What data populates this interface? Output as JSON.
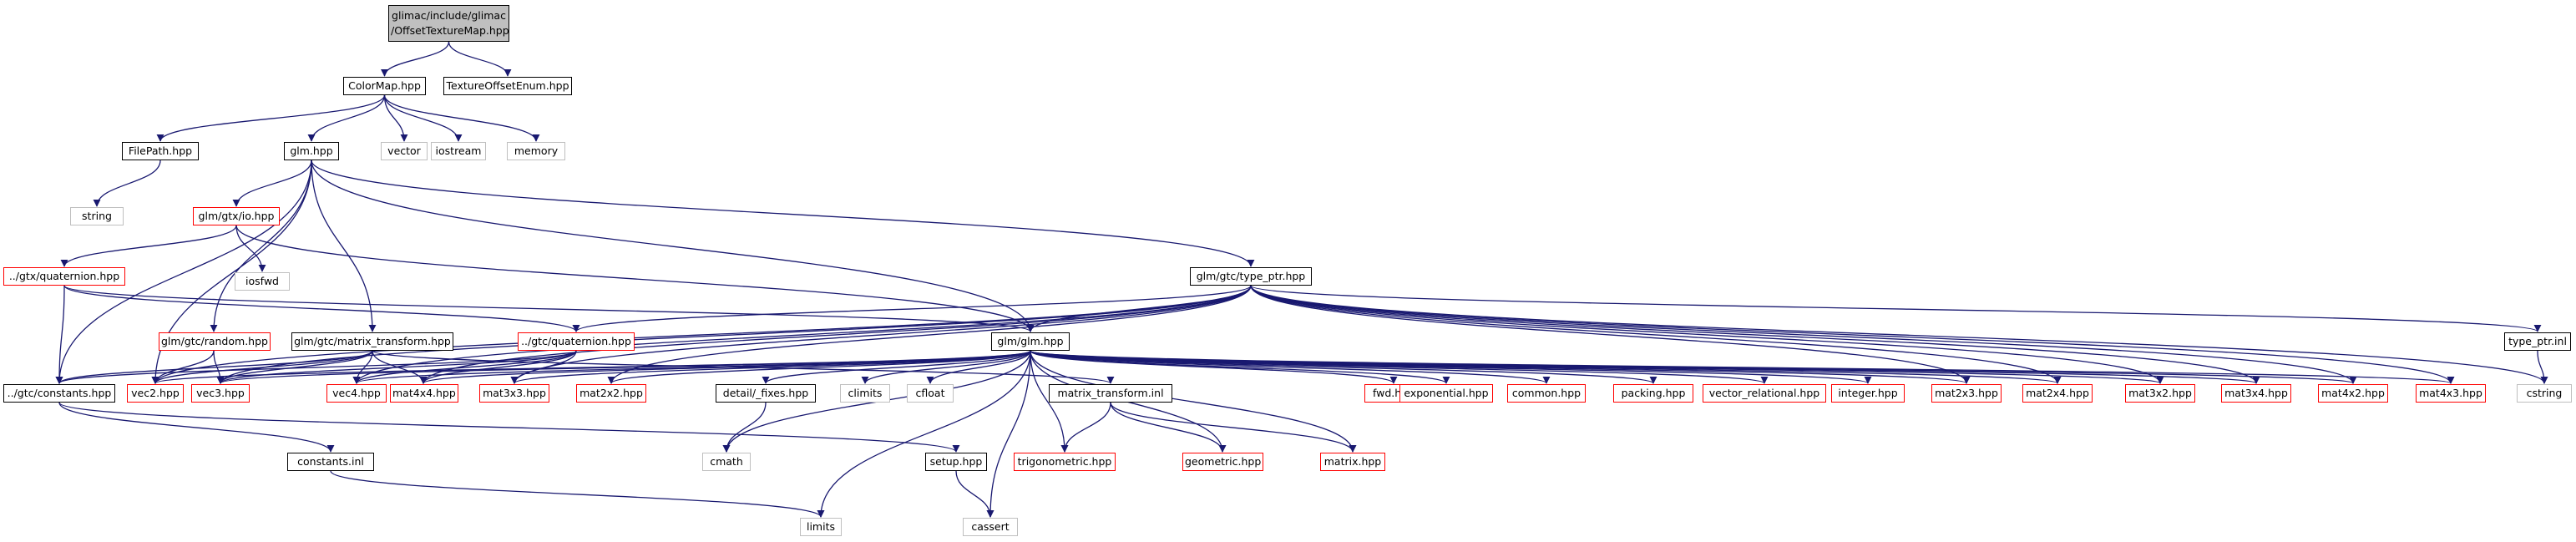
{
  "graph": {
    "root": {
      "line1": "glimac/include/glimac",
      "line2": "/OffsetTextureMap.hpp"
    },
    "colors": {
      "edge": "#191970",
      "edge_highlight": "#c00000",
      "border_documented": "#000000",
      "border_undocumented": "#ff0000",
      "border_external": "#bfbfbf",
      "root_fill": "#bfbfbf"
    },
    "nodes": [
      {
        "id": "colormap",
        "label": "ColorMap.hpp",
        "kind": "doc"
      },
      {
        "id": "textureoffsetenum",
        "label": "TextureOffsetEnum.hpp",
        "kind": "doc"
      },
      {
        "id": "filepath",
        "label": "FilePath.hpp",
        "kind": "doc"
      },
      {
        "id": "glm",
        "label": "glm.hpp",
        "kind": "doc"
      },
      {
        "id": "vector",
        "label": "vector",
        "kind": "ext"
      },
      {
        "id": "iostream",
        "label": "iostream",
        "kind": "ext"
      },
      {
        "id": "memory",
        "label": "memory",
        "kind": "ext"
      },
      {
        "id": "string",
        "label": "string",
        "kind": "ext"
      },
      {
        "id": "gtxio",
        "label": "glm/gtx/io.hpp",
        "kind": "undoc"
      },
      {
        "id": "iosfwd",
        "label": "iosfwd",
        "kind": "ext"
      },
      {
        "id": "gtxquat",
        "label": "../gtx/quaternion.hpp",
        "kind": "undoc"
      },
      {
        "id": "typeptr",
        "label": "glm/gtc/type_ptr.hpp",
        "kind": "doc"
      },
      {
        "id": "gtcrandom",
        "label": "glm/gtc/random.hpp",
        "kind": "undoc"
      },
      {
        "id": "gtcmatrix",
        "label": "glm/gtc/matrix_transform.hpp",
        "kind": "doc"
      },
      {
        "id": "gtcquat",
        "label": "../gtc/quaternion.hpp",
        "kind": "undoc"
      },
      {
        "id": "glmglm",
        "label": "glm/glm.hpp",
        "kind": "doc"
      },
      {
        "id": "typeptrinl",
        "label": "type_ptr.inl",
        "kind": "doc"
      },
      {
        "id": "gtcconst",
        "label": "../gtc/constants.hpp",
        "kind": "doc"
      },
      {
        "id": "vec2",
        "label": "vec2.hpp",
        "kind": "undoc"
      },
      {
        "id": "vec3",
        "label": "vec3.hpp",
        "kind": "undoc"
      },
      {
        "id": "vec4",
        "label": "vec4.hpp",
        "kind": "undoc"
      },
      {
        "id": "mat4x4",
        "label": "mat4x4.hpp",
        "kind": "undoc"
      },
      {
        "id": "mat3x3",
        "label": "mat3x3.hpp",
        "kind": "undoc"
      },
      {
        "id": "mat2x2",
        "label": "mat2x2.hpp",
        "kind": "undoc"
      },
      {
        "id": "detailfixes",
        "label": "detail/_fixes.hpp",
        "kind": "doc"
      },
      {
        "id": "climits",
        "label": "climits",
        "kind": "ext"
      },
      {
        "id": "cfloat",
        "label": "cfloat",
        "kind": "ext"
      },
      {
        "id": "matrixinl",
        "label": "matrix_transform.inl",
        "kind": "doc"
      },
      {
        "id": "fwd",
        "label": "fwd.hpp",
        "kind": "undoc"
      },
      {
        "id": "exponential",
        "label": "exponential.hpp",
        "kind": "undoc"
      },
      {
        "id": "common",
        "label": "common.hpp",
        "kind": "undoc"
      },
      {
        "id": "packing",
        "label": "packing.hpp",
        "kind": "undoc"
      },
      {
        "id": "vecrel",
        "label": "vector_relational.hpp",
        "kind": "undoc"
      },
      {
        "id": "integer",
        "label": "integer.hpp",
        "kind": "undoc"
      },
      {
        "id": "mat2x3",
        "label": "mat2x3.hpp",
        "kind": "undoc"
      },
      {
        "id": "mat2x4",
        "label": "mat2x4.hpp",
        "kind": "undoc"
      },
      {
        "id": "mat3x2",
        "label": "mat3x2.hpp",
        "kind": "undoc"
      },
      {
        "id": "mat3x4",
        "label": "mat3x4.hpp",
        "kind": "undoc"
      },
      {
        "id": "mat4x2",
        "label": "mat4x2.hpp",
        "kind": "undoc"
      },
      {
        "id": "mat4x3",
        "label": "mat4x3.hpp",
        "kind": "undoc"
      },
      {
        "id": "cstring",
        "label": "cstring",
        "kind": "ext"
      },
      {
        "id": "constinl",
        "label": "constants.inl",
        "kind": "doc"
      },
      {
        "id": "setup",
        "label": "setup.hpp",
        "kind": "doc"
      },
      {
        "id": "cmath",
        "label": "cmath",
        "kind": "ext"
      },
      {
        "id": "trig",
        "label": "trigonometric.hpp",
        "kind": "undoc"
      },
      {
        "id": "geometric",
        "label": "geometric.hpp",
        "kind": "undoc"
      },
      {
        "id": "matrix",
        "label": "matrix.hpp",
        "kind": "undoc"
      },
      {
        "id": "limits",
        "label": "limits",
        "kind": "ext"
      },
      {
        "id": "cassert",
        "label": "cassert",
        "kind": "ext"
      }
    ],
    "edges": [
      [
        "root",
        "colormap"
      ],
      [
        "root",
        "textureoffsetenum"
      ],
      [
        "colormap",
        "filepath"
      ],
      [
        "colormap",
        "glm"
      ],
      [
        "colormap",
        "vector"
      ],
      [
        "colormap",
        "iostream"
      ],
      [
        "colormap",
        "memory"
      ],
      [
        "filepath",
        "string"
      ],
      [
        "glm",
        "gtxio"
      ],
      [
        "glm",
        "typeptr"
      ],
      [
        "glm",
        "gtcmatrix"
      ],
      [
        "glm",
        "gtcrandom"
      ],
      [
        "glm",
        "gtcconst"
      ],
      [
        "glm",
        "vec2"
      ],
      [
        "glm",
        "glmglm"
      ],
      [
        "gtxio",
        "iosfwd"
      ],
      [
        "gtxio",
        "gtxquat"
      ],
      [
        "gtxio",
        "glmglm"
      ],
      [
        "gtxquat",
        "gtcconst"
      ],
      [
        "gtxquat",
        "glmglm"
      ],
      [
        "gtxquat",
        "gtcquat"
      ],
      [
        "typeptr",
        "typeptrinl"
      ],
      [
        "typeptr",
        "gtcquat"
      ],
      [
        "typeptr",
        "glmglm"
      ],
      [
        "typeptr",
        "vec2"
      ],
      [
        "typeptr",
        "vec3"
      ],
      [
        "typeptr",
        "vec4"
      ],
      [
        "typeptr",
        "mat2x2"
      ],
      [
        "typeptr",
        "mat2x3"
      ],
      [
        "typeptr",
        "mat2x4"
      ],
      [
        "typeptr",
        "mat3x2"
      ],
      [
        "typeptr",
        "mat3x3"
      ],
      [
        "typeptr",
        "mat3x4"
      ],
      [
        "typeptr",
        "mat4x2"
      ],
      [
        "typeptr",
        "mat4x3"
      ],
      [
        "typeptr",
        "mat4x4"
      ],
      [
        "typeptr",
        "cstring"
      ],
      [
        "typeptrinl",
        "cstring"
      ],
      [
        "gtcrandom",
        "vec2"
      ],
      [
        "gtcrandom",
        "vec3"
      ],
      [
        "gtcmatrix",
        "mat4x4"
      ],
      [
        "gtcmatrix",
        "vec2"
      ],
      [
        "gtcmatrix",
        "vec3"
      ],
      [
        "gtcmatrix",
        "vec4"
      ],
      [
        "gtcmatrix",
        "gtcconst"
      ],
      [
        "gtcmatrix",
        "matrixinl"
      ],
      [
        "gtcquat",
        "mat3x3"
      ],
      [
        "gtcquat",
        "mat4x4"
      ],
      [
        "gtcquat",
        "vec3"
      ],
      [
        "gtcquat",
        "vec4"
      ],
      [
        "gtcquat",
        "gtcconst"
      ],
      [
        "glmglm",
        "detailfixes"
      ],
      [
        "glmglm",
        "cmath"
      ],
      [
        "glmglm",
        "climits"
      ],
      [
        "glmglm",
        "cfloat"
      ],
      [
        "glmglm",
        "limits"
      ],
      [
        "glmglm",
        "cassert"
      ],
      [
        "glmglm",
        "fwd"
      ],
      [
        "glmglm",
        "vec2"
      ],
      [
        "glmglm",
        "vec3"
      ],
      [
        "glmglm",
        "vec4"
      ],
      [
        "glmglm",
        "mat2x2"
      ],
      [
        "glmglm",
        "mat2x3"
      ],
      [
        "glmglm",
        "mat2x4"
      ],
      [
        "glmglm",
        "mat3x2"
      ],
      [
        "glmglm",
        "mat3x3"
      ],
      [
        "glmglm",
        "mat3x4"
      ],
      [
        "glmglm",
        "mat4x2"
      ],
      [
        "glmglm",
        "mat4x3"
      ],
      [
        "glmglm",
        "mat4x4"
      ],
      [
        "glmglm",
        "trig"
      ],
      [
        "glmglm",
        "exponential"
      ],
      [
        "glmglm",
        "common"
      ],
      [
        "glmglm",
        "packing"
      ],
      [
        "glmglm",
        "geometric"
      ],
      [
        "glmglm",
        "matrix"
      ],
      [
        "glmglm",
        "vecrel"
      ],
      [
        "glmglm",
        "integer"
      ],
      [
        "detailfixes",
        "cmath"
      ],
      [
        "matrixinl",
        "trig"
      ],
      [
        "matrixinl",
        "geometric"
      ],
      [
        "matrixinl",
        "matrix"
      ],
      [
        "gtcconst",
        "constinl"
      ],
      [
        "gtcconst",
        "setup"
      ],
      [
        "constinl",
        "limits"
      ],
      [
        "setup",
        "cassert"
      ]
    ]
  }
}
